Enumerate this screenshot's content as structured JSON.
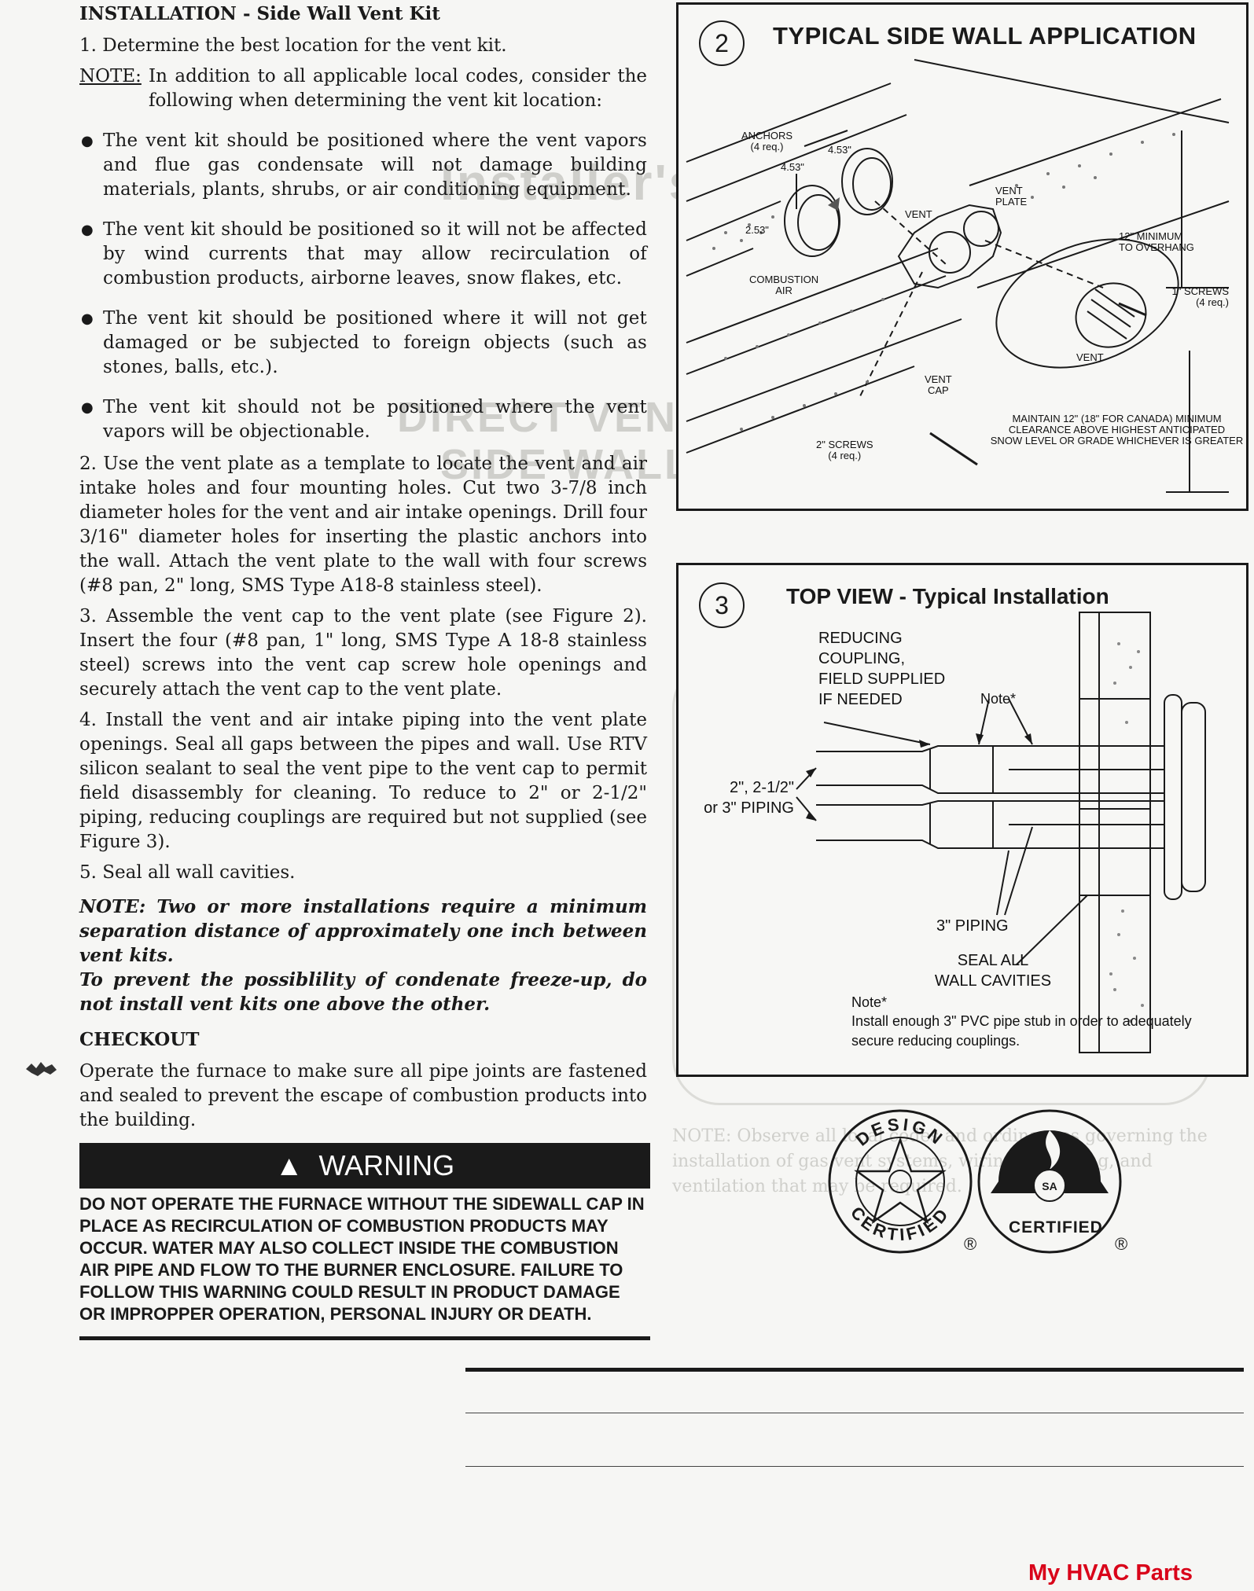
{
  "left": {
    "heading": "INSTALLATION - Side Wall Vent Kit",
    "step1": "1. Determine the best location for the vent kit.",
    "note_label": "NOTE:",
    "note_text": "In addition to all applicable local codes, consider the following when determining the vent kit location:",
    "bullets": [
      "The vent kit should be positioned where the vent vapors and flue gas condensate will not damage building materials, plants, shrubs, or air conditioning equipment.",
      "The vent kit should be positioned so it will not be affected by wind currents that may allow recirculation of combustion products, airborne leaves, snow flakes, etc.",
      "The vent kit should be positioned where it will not get damaged or be subjected to foreign objects (such as stones, balls, etc.).",
      "The vent kit should not be positioned where the  vent vapors will be objectionable."
    ],
    "step2": "2. Use the vent plate as a template to locate the vent and air intake holes and four mounting holes. Cut two 3-7/8 inch diameter holes for the vent and air intake openings. Drill four 3/16\" diameter holes for inserting the plastic anchors into the wall. Attach the vent plate to the wall with four screws (#8 pan, 2\" long, SMS Type A18-8 stainless steel).",
    "step3": "3. Assemble the vent cap to the vent plate (see Figure 2).  Insert the four (#8 pan, 1\" long, SMS Type A 18-8 stainless steel) screws into the vent cap screw hole openings and securely attach the vent cap to the vent plate.",
    "step4": "4. Install the vent and air intake piping into the vent plate openings.  Seal all gaps between the pipes and wall. Use RTV silicon sealant to seal the vent pipe  to the vent cap to permit field disassembly for cleaning. To reduce to 2\" or 2-1/2\" piping, reducing couplings are required but not supplied (see Figure 3).",
    "step5": "5. Seal all wall cavities.",
    "note2": "NOTE: Two or more installations require a minimum separation distance of approximately one inch between vent kits.",
    "note3": "To prevent the possiblility of condenate freeze-up, do not install vent kits one above the other.",
    "checkout_heading": "CHECKOUT",
    "checkout_text": "Operate the furnace to make sure all pipe joints are fastened and sealed to prevent the escape of combustion products into the building."
  },
  "warning": {
    "title": "WARNING",
    "text": "DO NOT OPERATE THE FURNACE WITHOUT THE SIDEWALL CAP IN PLACE AS RECIRCULATION OF COMBUSTION PRODUCTS MAY OCCUR. WATER MAY ALSO COLLECT INSIDE THE COMBUSTION AIR PIPE AND FLOW TO THE BURNER ENCLOSURE. FAILURE TO FOLLOW THIS WARNING COULD RESULT IN PRODUCT DAMAGE OR IMPROPPER OPERATION, PERSONAL INJURY OR DEATH."
  },
  "fig2": {
    "number": "2",
    "title": "TYPICAL SIDE WALL APPLICATION",
    "labels": {
      "anchors": "ANCHORS",
      "anchors_req": "(4 req.)",
      "dim_a": "4.53\"",
      "dim_b": "4.53\"",
      "dim_c": "2.53\"",
      "vent_arrow": "VENT",
      "vent_plate_1": "VENT",
      "vent_plate_2": "PLATE",
      "combustion_1": "COMBUSTION",
      "combustion_2": "AIR",
      "min_1": "12\" MINIMUM",
      "min_2": "TO OVERHANG",
      "screws1_1": "1\" SCREWS",
      "screws1_2": "(4 req.)",
      "vent_out": "VENT",
      "vent_cap_1": "VENT",
      "vent_cap_2": "CAP",
      "screws2_1": "2\" SCREWS",
      "screws2_2": "(4 req.)",
      "maintain_1": "MAINTAIN 12\" (18\" FOR CANADA) MINIMUM",
      "maintain_2": "CLEARANCE ABOVE HIGHEST ANTICIPATED",
      "maintain_3": "SNOW LEVEL OR GRADE  WHICHEVER IS GREATER"
    }
  },
  "fig3": {
    "number": "3",
    "title": "TOP VIEW - Typical Installation",
    "labels": {
      "reducing_1": "REDUCING",
      "reducing_2": "COUPLING,",
      "reducing_3": "FIELD SUPPLIED",
      "reducing_4": "IF NEEDED",
      "note_star": "Note*",
      "piping_1": "2\", 2-1/2\"",
      "piping_2": "or 3\" PIPING",
      "piping3": "3\" PIPING",
      "seal_1": "SEAL ALL",
      "seal_2": "WALL CAVITIES",
      "foot_note": "Note*",
      "foot_text_1": "Install enough 3\" PVC pipe stub in order to adequately",
      "foot_text_2": "secure reducing couplings."
    }
  },
  "logos": {
    "design_top": "DESIGN",
    "design_bottom": "CERTIFIED",
    "certified": "CERTIFIED",
    "reg": "®"
  },
  "brand": "My HVAC Parts"
}
